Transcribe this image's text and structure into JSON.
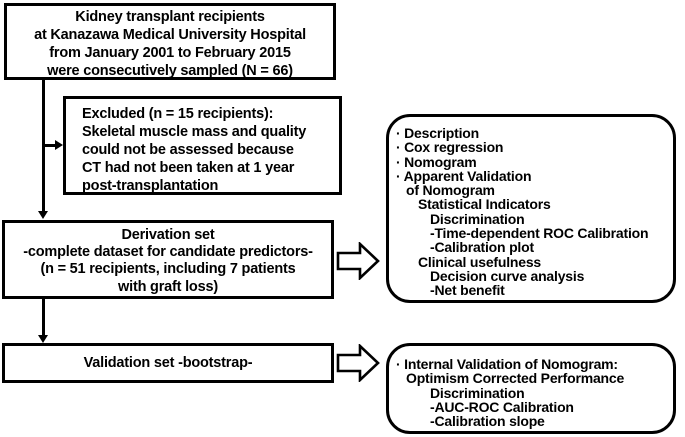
{
  "colors": {
    "outline": "#000000",
    "background": "#ffffff",
    "text": "#000000"
  },
  "boxes": {
    "enrollment": {
      "lines": [
        "Kidney transplant recipients",
        "at Kanazawa Medical University Hospital",
        "from January 2001 to February 2015",
        "were consecutively sampled (N = 66)"
      ]
    },
    "excluded": {
      "lines": [
        "Excluded (n = 15 recipients):",
        "Skeletal muscle mass and quality",
        "could not be assessed because",
        "CT had not been taken at 1 year",
        "post-transplantation"
      ]
    },
    "derivation": {
      "lines": [
        "Derivation set",
        "-complete dataset for candidate predictors-",
        "(n = 51 recipients, including 7 patients",
        "with graft loss)"
      ]
    },
    "validation": {
      "lines": [
        "Validation set -bootstrap-"
      ]
    },
    "apparent_validation": {
      "lines": [
        "· Description",
        "· Cox regression",
        "· Nomogram",
        "· Apparent Validation",
        "of Nomogram",
        "Statistical Indicators",
        "Discrimination",
        "-Time-dependent ROC Calibration",
        "-Calibration plot",
        "Clinical usefulness",
        "Decision curve analysis",
        "-Net benefit"
      ]
    },
    "internal_validation": {
      "lines": [
        "· Internal Validation of Nomogram:",
        "Optimism Corrected Performance",
        "Discrimination",
        "-AUC-ROC Calibration",
        "-Calibration slope"
      ]
    }
  }
}
